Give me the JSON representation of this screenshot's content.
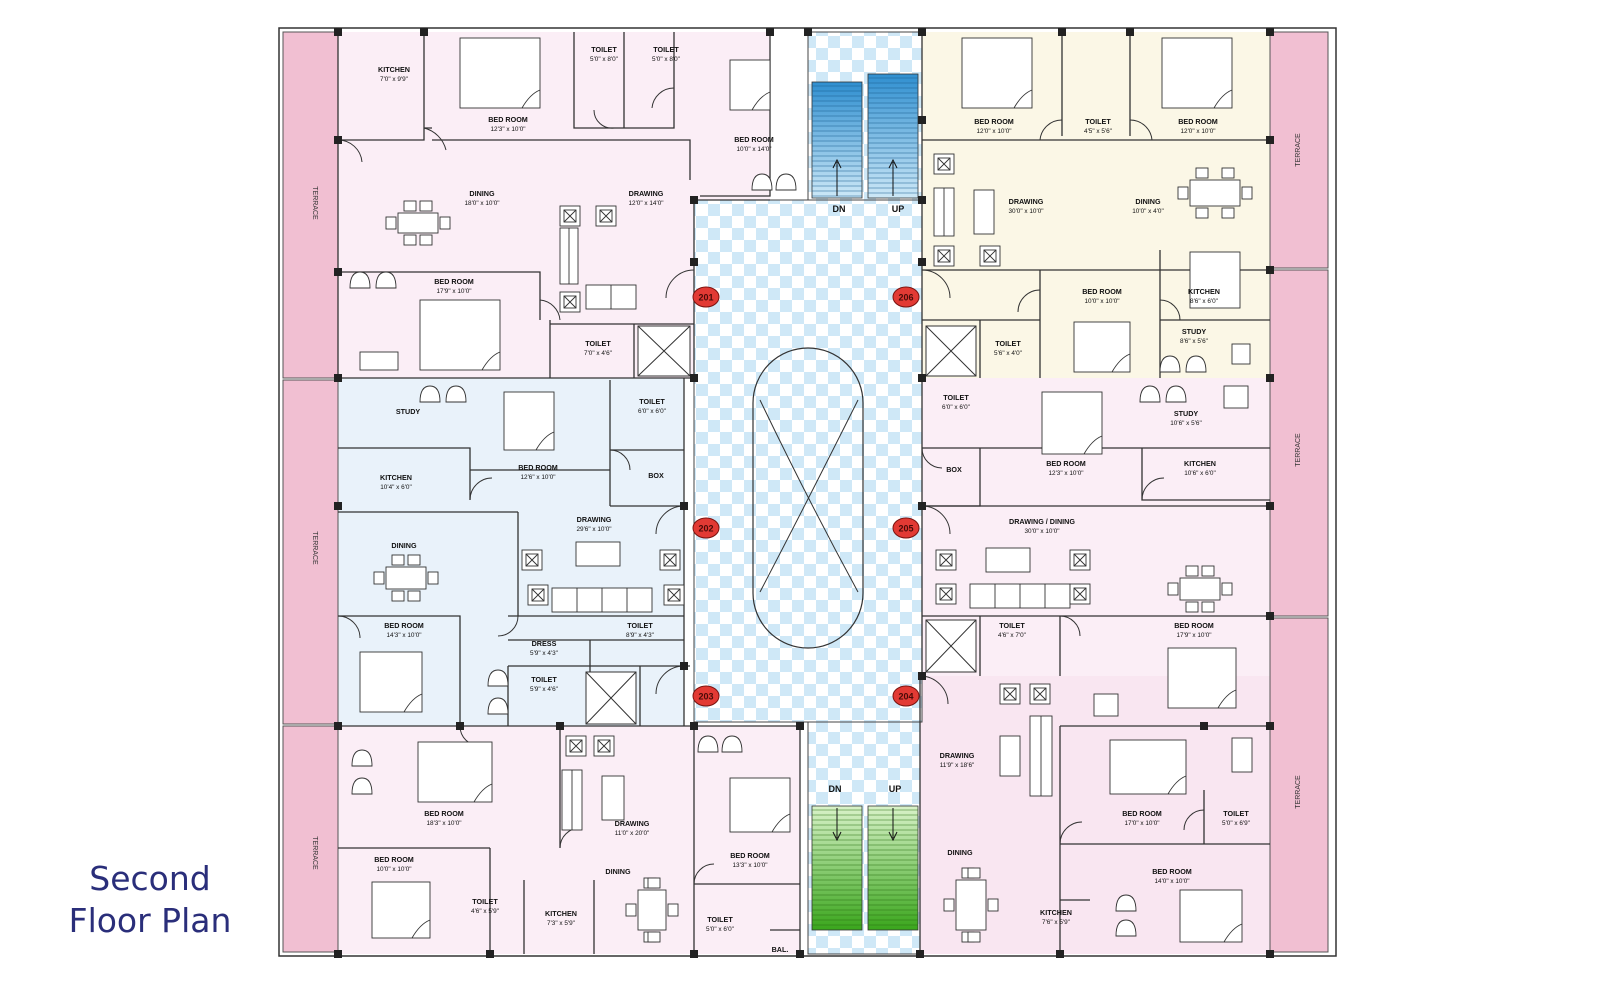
{
  "caption": {
    "line1": "Second",
    "line2": "Floor Plan"
  },
  "flats": [
    {
      "id": "201",
      "color": "#fbeef6"
    },
    {
      "id": "202",
      "color": "#e9f2fa"
    },
    {
      "id": "203",
      "color": "#fbeef6"
    },
    {
      "id": "204",
      "color": "#f9e6f1"
    },
    {
      "id": "205",
      "color": "#fbeef6"
    },
    {
      "id": "206",
      "color": "#fbf7e6"
    }
  ],
  "colors": {
    "terrace": "#f1bfd2",
    "stair_top": "#3a9bd6",
    "stair_bottom": "#5cbf2e",
    "corridor": "#dff0fa",
    "badge": "#e23a34"
  },
  "terrace_label": "TERRACE",
  "stairs": {
    "down": "DN",
    "up": "UP"
  },
  "rooms": {
    "r201_kitchen": {
      "name": "KITCHEN",
      "size": "7'0\" x 9'9\""
    },
    "r201_bed1": {
      "name": "BED ROOM",
      "size": "12'3\" x 10'0\""
    },
    "r201_toilet1": {
      "name": "TOILET",
      "size": "5'0\" x 8'0\""
    },
    "r201_toilet2": {
      "name": "TOILET",
      "size": "5'0\" x 8'0\""
    },
    "r201_bed2": {
      "name": "BED ROOM",
      "size": "10'0\" x 14'0\""
    },
    "r201_dining": {
      "name": "DINING",
      "size": "18'0\" x 10'0\""
    },
    "r201_drawing": {
      "name": "DRAWING",
      "size": "12'0\" x 14'0\""
    },
    "r201_bed3": {
      "name": "BED ROOM",
      "size": "17'9\" x 10'0\""
    },
    "r201_toilet3": {
      "name": "TOILET",
      "size": "7'0\" x 4'6\""
    },
    "r202_study": {
      "name": "STUDY"
    },
    "r202_bed1": {
      "name": "BED ROOM",
      "size": "12'6\" x 10'0\""
    },
    "r202_toilet1": {
      "name": "TOILET",
      "size": "6'0\" x 6'0\""
    },
    "r202_box": {
      "name": "BOX"
    },
    "r202_kitchen": {
      "name": "KITCHEN",
      "size": "10'4\" x 6'0\""
    },
    "r202_dining": {
      "name": "DINING"
    },
    "r202_drawing": {
      "name": "DRAWING",
      "size": "29'6\" x 10'0\""
    },
    "r202_bed2": {
      "name": "BED ROOM",
      "size": "14'3\" x 10'0\""
    },
    "r202_dress": {
      "name": "DRESS",
      "size": "5'9\" x 4'3\""
    },
    "r202_toilet2": {
      "name": "TOILET",
      "size": "8'9\" x 4'3\""
    },
    "r202_toilet3": {
      "name": "TOILET",
      "size": "5'9\" x 4'6\""
    },
    "r203_bed1": {
      "name": "BED ROOM",
      "size": "18'3\" x 10'0\""
    },
    "r203_drawing": {
      "name": "DRAWING",
      "size": "11'0\" x 20'0\""
    },
    "r203_bed2": {
      "name": "BED ROOM",
      "size": "10'0\" x 10'0\""
    },
    "r203_dining": {
      "name": "DINING"
    },
    "r203_toilet1": {
      "name": "TOILET",
      "size": "4'6\" x 5'9\""
    },
    "r203_kitchen": {
      "name": "KITCHEN",
      "size": "7'3\" x 5'9\""
    },
    "r203_bed3": {
      "name": "BED ROOM",
      "size": "13'3\" x 10'0\""
    },
    "r203_toilet2": {
      "name": "TOILET",
      "size": "5'0\" x 6'0\""
    },
    "r203_bal": {
      "name": "BAL."
    },
    "r204_drawing": {
      "name": "DRAWING",
      "size": "11'9\" x 18'6\""
    },
    "r204_dining": {
      "name": "DINING"
    },
    "r204_bed1": {
      "name": "BED ROOM",
      "size": "17'0\" x 10'0\""
    },
    "r204_toilet": {
      "name": "TOILET",
      "size": "5'0\" x 6'9\""
    },
    "r204_bed2": {
      "name": "BED ROOM",
      "size": "14'0\" x 10'0\""
    },
    "r204_kitchen": {
      "name": "KITCHEN",
      "size": "7'6\" x 5'9\""
    },
    "r205_toilet1": {
      "name": "TOILET",
      "size": "6'0\" x 6'0\""
    },
    "r205_box": {
      "name": "BOX"
    },
    "r205_bed1": {
      "name": "BED ROOM",
      "size": "12'3\" x 10'0\""
    },
    "r205_study": {
      "name": "STUDY",
      "size": "10'6\" x 5'6\""
    },
    "r205_kitchen": {
      "name": "KITCHEN",
      "size": "10'6\" x 6'0\""
    },
    "r205_drawing": {
      "name": "DRAWING / DINING",
      "size": "30'0\" x 10'0\""
    },
    "r205_toilet2": {
      "name": "TOILET",
      "size": "4'6\" x 7'0\""
    },
    "r205_bed2": {
      "name": "BED ROOM",
      "size": "17'9\" x 10'0\""
    },
    "r206_bed1": {
      "name": "BED ROOM",
      "size": "12'0\" x 10'0\""
    },
    "r206_toilet1": {
      "name": "TOILET",
      "size": "4'5\" x 5'6\""
    },
    "r206_bed2": {
      "name": "BED ROOM",
      "size": "12'0\" x 10'0\""
    },
    "r206_drawing": {
      "name": "DRAWING",
      "size": "30'0\" x 10'0\""
    },
    "r206_dining": {
      "name": "DINING",
      "size": "10'0\" x 4'0\""
    },
    "r206_bed3": {
      "name": "BED ROOM",
      "size": "10'0\" x 10'0\""
    },
    "r206_kitchen": {
      "name": "KITCHEN",
      "size": "8'6\" x 6'0\""
    },
    "r206_toilet2": {
      "name": "TOILET",
      "size": "5'6\" x 4'0\""
    },
    "r206_study": {
      "name": "STUDY",
      "size": "8'6\" x 5'6\""
    }
  }
}
